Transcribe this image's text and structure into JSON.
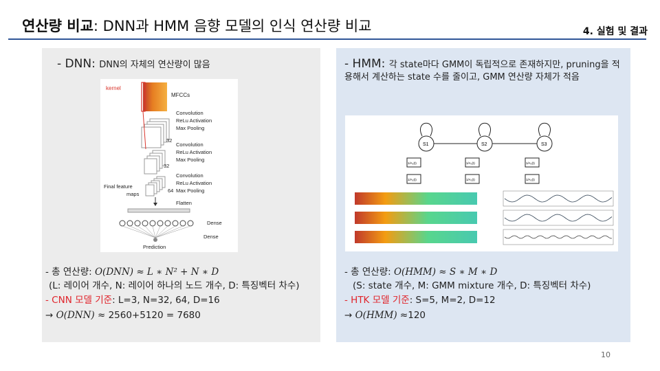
{
  "header": {
    "title_bold": "연산량 비교",
    "title_rest": ": DNN과 HMM 음향 모델의 인식 연산량 비교",
    "section": "4. 실험 및 결과"
  },
  "left": {
    "heading_big": "- DNN",
    "heading_rest": ": DNN의 자체의 연산량이 많음",
    "figure": {
      "kernel": "kernel",
      "mfccs": "MFCCs",
      "block1": [
        "Convolution",
        "ReLu Activation",
        "Max Pooling"
      ],
      "block2": [
        "Convolution",
        "ReLu Activation",
        "Max Pooling"
      ],
      "block3": [
        "Convolution",
        "ReLu Activation",
        "Max Pooling"
      ],
      "dim1": "32",
      "dim2": "32",
      "dim3": "64",
      "final1": "Final feature",
      "final2": "maps",
      "flatten": "Flatten",
      "dense1": "Dense",
      "dense2": "Dense",
      "prediction": "Prediction"
    },
    "total_prefix": "- 총 연산량: ",
    "total_formula": "O(DNN) ≈ L ∗ N² + N ∗ D",
    "legend": "(L: 레이어 개수, N: 레이어 하나의 노드 개수, D: 특징벡터 차수)",
    "criterion_label": "- CNN 모델 기준",
    "criterion_values": ": L=3, N=32, 64, D=16",
    "result_arrow": "→ ",
    "result_formula": "O(DNN) ≈ ",
    "result_value": "2560+5120 = 7680"
  },
  "right": {
    "heading_big": "- HMM",
    "heading_rest": ": 각 state마다 GMM이 독립적으로 존재하지만, pruning을 적용해서 계산하는 state 수를 줄이고, GMM 연산량 자체가 적음",
    "figure": {
      "states": [
        "S1",
        "S2",
        "S3"
      ],
      "box_label": "1/A₂(t)"
    },
    "total_prefix": "- 총 연산량: ",
    "total_formula": "O(HMM) ≈ S ∗ M ∗ D",
    "legend": "(S: state 개수, M: GMM mixture 개수, D: 특징벡터 차수)",
    "criterion_label": "- HTK 모델 기준",
    "criterion_values": ": S=5, M=2, D=12",
    "result_arrow": "→ ",
    "result_formula": "O(HMM) ",
    "result_value": "≈120"
  },
  "page_number": "10",
  "colors": {
    "accent_rule": "#2f5597",
    "highlight": "#e0242b",
    "left_panel": "#ececec",
    "right_panel": "#dde6f2"
  }
}
